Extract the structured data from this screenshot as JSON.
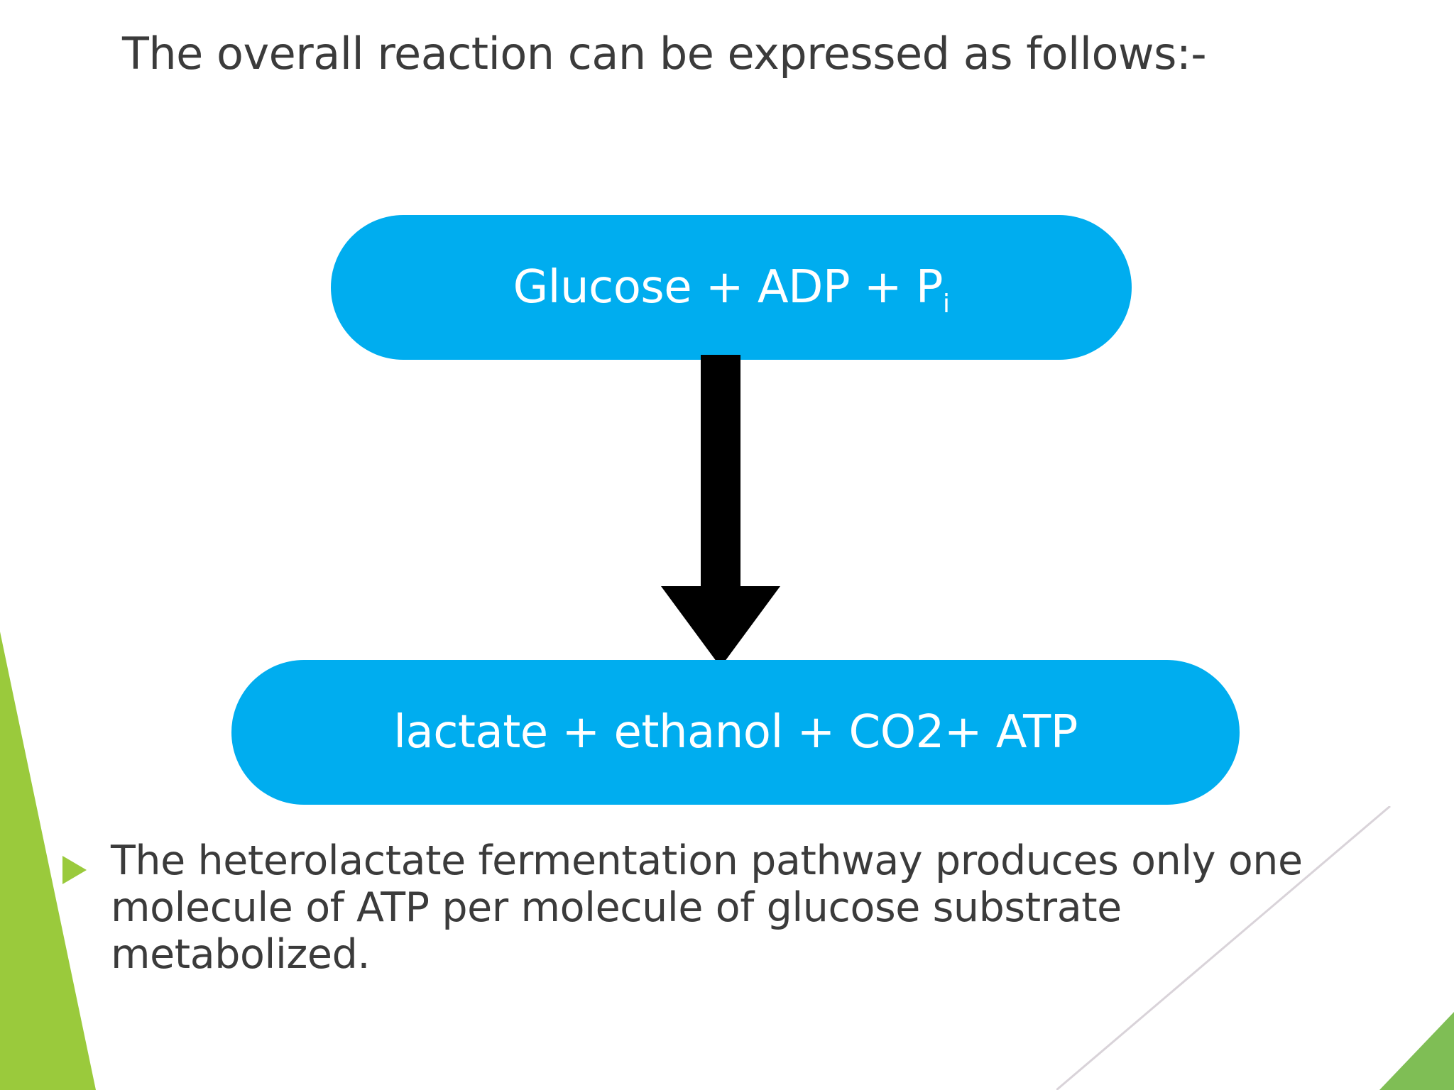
{
  "slide": {
    "background_color": "#ffffff",
    "accent_blue": "#00ADEF",
    "accent_green": "#9ACA3C",
    "text_color": "#3b3b3b"
  },
  "title": {
    "text": "The overall reaction can be expressed as follows:-"
  },
  "diagram": {
    "type": "flow",
    "reactants_box": {
      "text_main": "Glucose + ADP + P",
      "text_subscript": "i",
      "fill_color": "#00ADEF",
      "text_color": "#ffffff"
    },
    "arrow": {
      "direction": "down",
      "color": "#000000",
      "label": "down-arrow"
    },
    "products_box": {
      "text": "lactate + ethanol + CO2+ ATP",
      "fill_color": "#00ADEF",
      "text_color": "#ffffff"
    }
  },
  "body": {
    "bullets": [
      {
        "marker": "triangle-bullet",
        "marker_color": "#9ACA3C",
        "text": "The heterolactate fermentation pathway produces only one molecule of ATP per molecule of glucose substrate metabolized."
      }
    ]
  },
  "decoration": {
    "green_wedge_color": "#9ACA3C",
    "corner_line_color": "#d9d3d9",
    "corner_triangle_color": "#7FBE55"
  }
}
